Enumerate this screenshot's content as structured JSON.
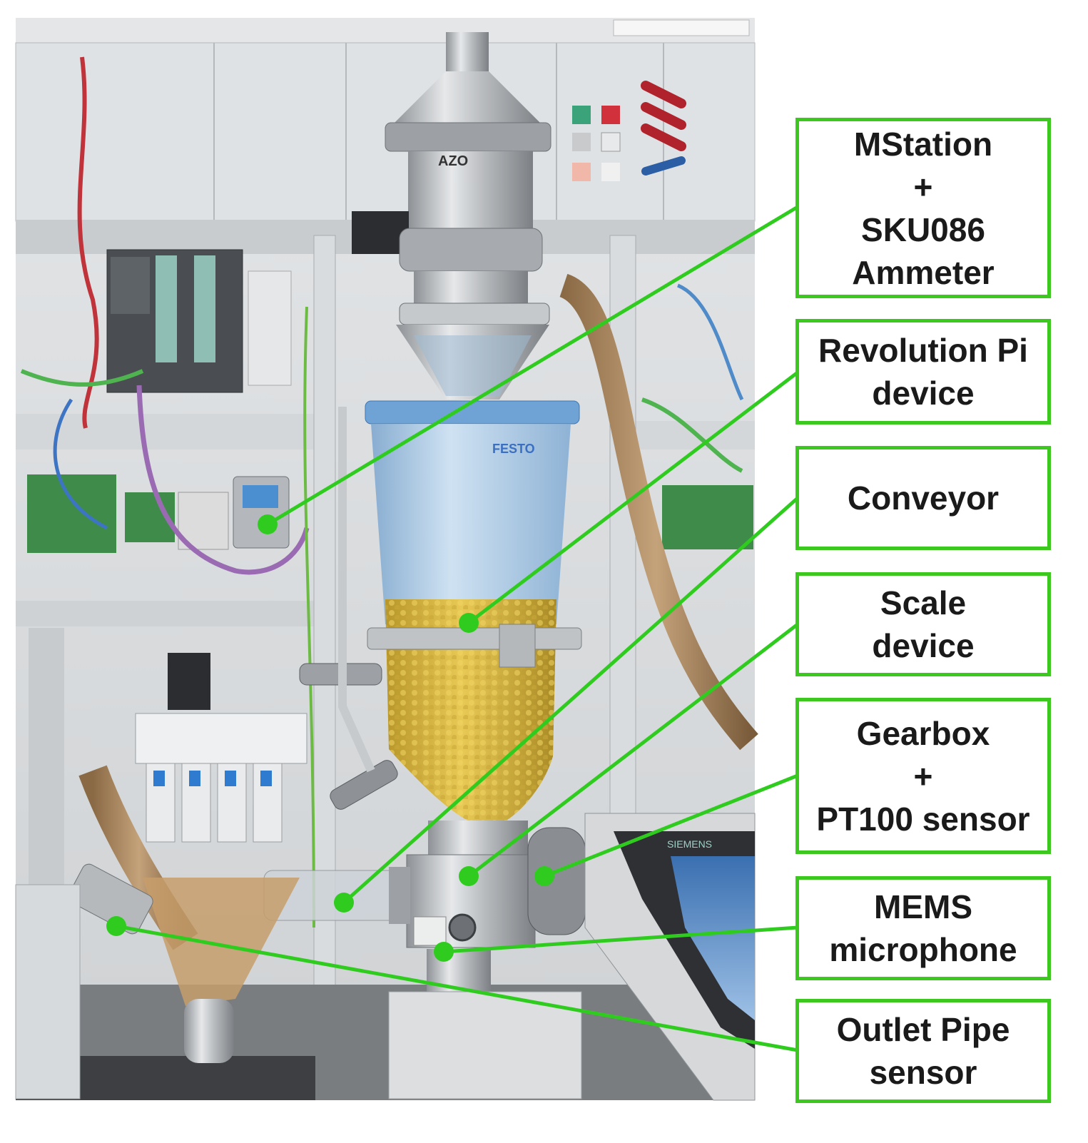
{
  "colors": {
    "leader": "#2fcc1f",
    "label_border": "#3cc81e",
    "pellets": "#d9b63a",
    "steel": "#b9bcbf",
    "acrylic": "#9fc4e6"
  },
  "photo": {
    "subject": "pneumatic conveyor test rig",
    "visible_markings": {
      "hopper_lid": "AZO",
      "logo_small": "FESTO",
      "panel_brand": "SIEMENS"
    }
  },
  "labels": [
    {
      "id": "mstation",
      "text": "MStation\n+\nSKU086\nAmmeter"
    },
    {
      "id": "revpi",
      "text": "Revolution Pi\ndevice"
    },
    {
      "id": "conveyor",
      "text": "Conveyor"
    },
    {
      "id": "scale",
      "text": "Scale\ndevice"
    },
    {
      "id": "gearbox",
      "text": "Gearbox\n+\nPT100 sensor"
    },
    {
      "id": "mems",
      "text": "MEMS\nmicrophone"
    },
    {
      "id": "outlet",
      "text": "Outlet Pipe\nsensor"
    }
  ]
}
